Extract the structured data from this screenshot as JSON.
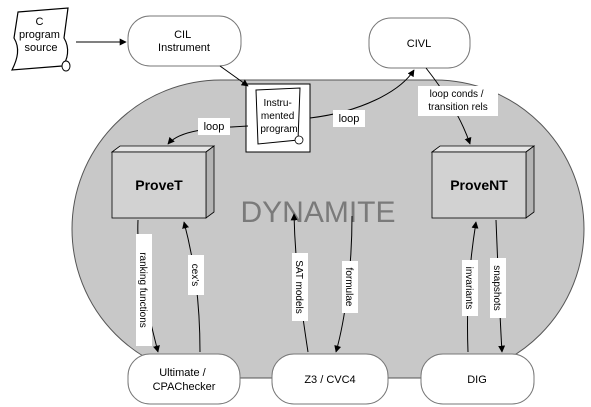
{
  "diagram": {
    "center_label": "DYNAMITE",
    "source_doc": {
      "lines": [
        "C",
        "program",
        "source"
      ],
      "icon": "scroll-icon"
    },
    "instrumented_doc": {
      "lines": [
        "Instru-",
        "mented",
        "program"
      ],
      "icon": "scroll-icon"
    },
    "nodes": {
      "cil": {
        "lines": [
          "CIL",
          "Instrument"
        ]
      },
      "civl": {
        "lines": [
          "CIVL"
        ]
      },
      "ultimate": {
        "lines": [
          "Ultimate /",
          "CPAChecker"
        ]
      },
      "z3": {
        "lines": [
          "Z3 / CVC4"
        ]
      },
      "dig": {
        "lines": [
          "DIG"
        ]
      }
    },
    "boxes": {
      "provet": "ProveT",
      "provent": "ProveNT"
    },
    "edge_labels": {
      "loop_left": "loop",
      "loop_right": "loop",
      "loop_conds": [
        "loop conds /",
        "transition rels"
      ],
      "ranking_functions": "ranking functions",
      "cexs": "cex's",
      "sat_models": "SAT models",
      "formulae": "formulae",
      "invariants": "invariants",
      "snapshots": "snapshots"
    },
    "colors": {
      "dynamite_fill": "#c8c8c8",
      "box_front": "#d2d2d2",
      "box_side": "#b4b4b4",
      "box_top": "#e6e6e6",
      "stroke": "#000000",
      "label_text": "#7a7a7a"
    }
  }
}
